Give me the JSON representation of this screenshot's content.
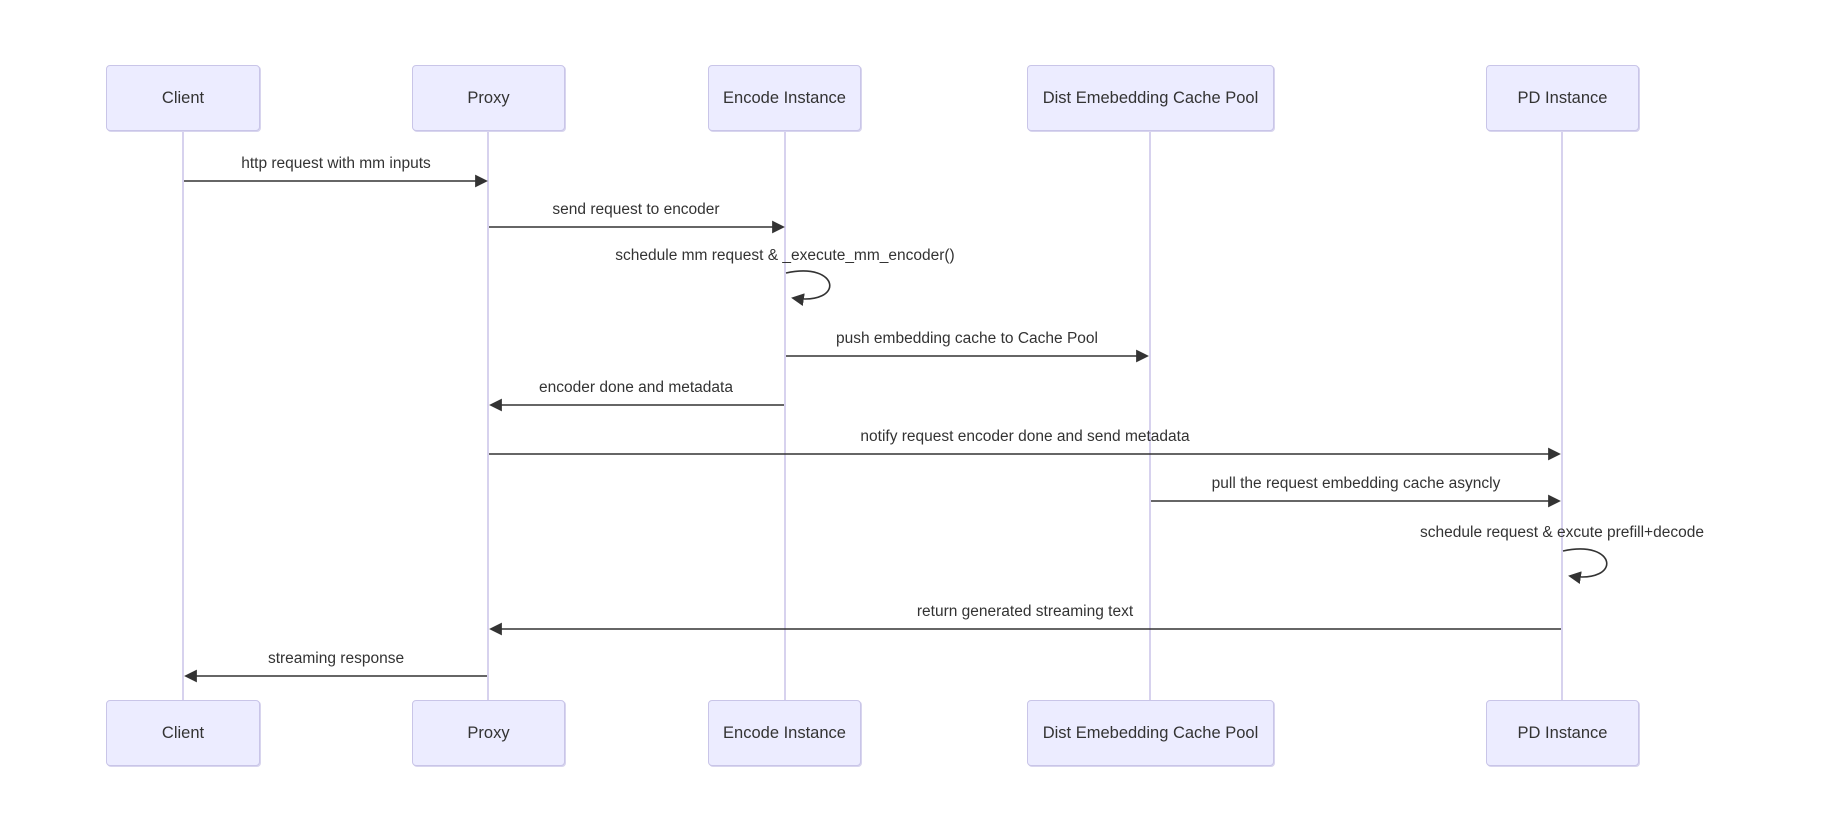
{
  "diagram": {
    "type": "sequence-diagram",
    "background_color": "#ffffff",
    "actor_fill_color": "#ececff",
    "actor_border_color": "#c9c5e8",
    "lifeline_color": "#cdc7ea",
    "arrow_color": "#333333",
    "text_color": "#333333",
    "actors": [
      {
        "id": "client",
        "label": "Client"
      },
      {
        "id": "proxy",
        "label": "Proxy"
      },
      {
        "id": "encode",
        "label": "Encode Instance"
      },
      {
        "id": "cache",
        "label": "Dist Emebedding Cache Pool"
      },
      {
        "id": "pd",
        "label": "PD Instance"
      }
    ],
    "messages": [
      {
        "from": "Client",
        "to": "Proxy",
        "style": "solid-arrow",
        "label": "http request with mm inputs"
      },
      {
        "from": "Proxy",
        "to": "Encode Instance",
        "style": "solid-arrow",
        "label": "send request to encoder"
      },
      {
        "from": "Encode Instance",
        "to": "Encode Instance",
        "style": "self-loop",
        "label": "schedule mm request & _execute_mm_encoder()"
      },
      {
        "from": "Encode Instance",
        "to": "Dist Emebedding Cache Pool",
        "style": "solid-arrow",
        "label": "push embedding cache to Cache Pool"
      },
      {
        "from": "Encode Instance",
        "to": "Proxy",
        "style": "solid-arrow",
        "label": "encoder done and metadata"
      },
      {
        "from": "Proxy",
        "to": "PD Instance",
        "style": "solid-arrow",
        "label": "notify request encoder done and send metadata"
      },
      {
        "from": "Dist Emebedding Cache Pool",
        "to": "PD Instance",
        "style": "solid-arrow",
        "label": "pull the request embedding cache asyncly"
      },
      {
        "from": "PD Instance",
        "to": "PD Instance",
        "style": "self-loop",
        "label": "schedule request & excute prefill+decode"
      },
      {
        "from": "PD Instance",
        "to": "Proxy",
        "style": "solid-arrow",
        "label": "return generated streaming text"
      },
      {
        "from": "Proxy",
        "to": "Client",
        "style": "solid-arrow",
        "label": "streaming response"
      }
    ]
  }
}
